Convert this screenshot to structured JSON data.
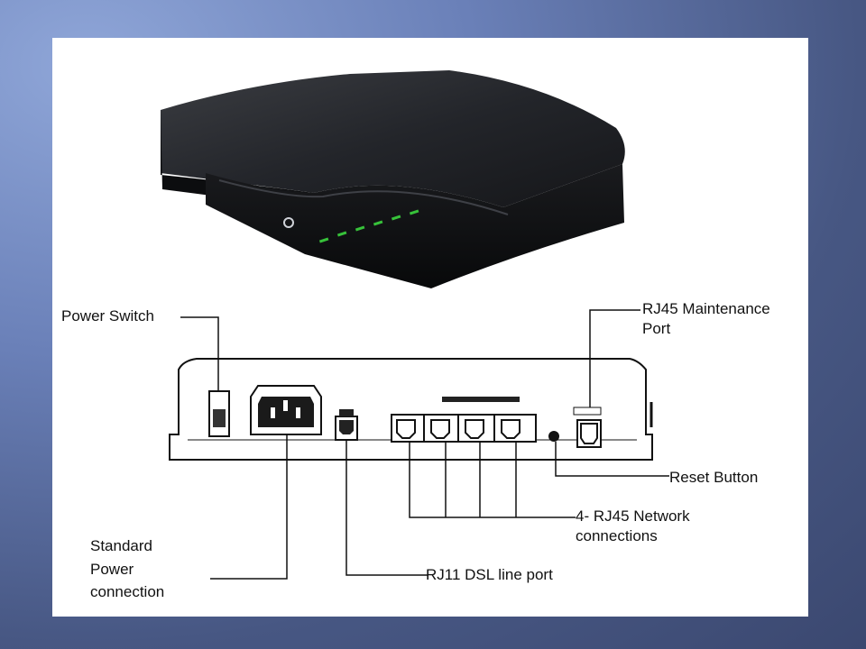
{
  "labels": {
    "power_switch": "Power Switch",
    "rj45_maintenance_line1": "RJ45 Maintenance",
    "rj45_maintenance_line2": "Port",
    "reset_button": "Reset Button",
    "rj45_network_line1": "4- RJ45 Network",
    "rj45_network_line2": "connections",
    "rj11_dsl": "RJ11 DSL line port",
    "standard_power_line1": "Standard",
    "standard_power_line2": "Power",
    "standard_power_line3": "connection"
  },
  "colors": {
    "background_start": "#8fa6d8",
    "background_end": "#3b4870",
    "panel": "#ffffff",
    "device_body": "#1c1d20",
    "led": "#37c23a",
    "line": "#111111"
  }
}
